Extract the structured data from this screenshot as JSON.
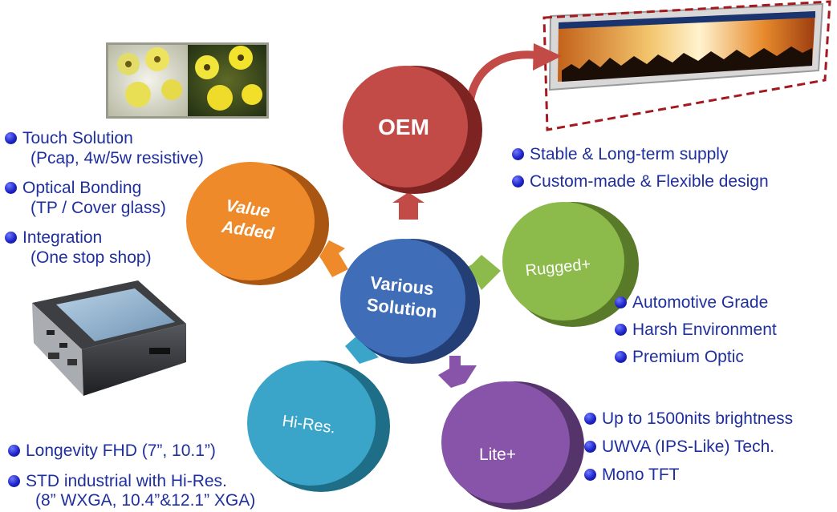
{
  "nodes": {
    "center": {
      "label_line1": "Various",
      "label_line2": "Solution",
      "color": "#3f6db8"
    },
    "oem": {
      "label": "OEM",
      "color": "#c24b47"
    },
    "value_added": {
      "label_line1": "Value",
      "label_line2": "Added",
      "color": "#ef8a2b"
    },
    "rugged": {
      "label": "Rugged+",
      "color": "#8dbb4b"
    },
    "hires": {
      "label": "Hi-Res.",
      "color": "#3aa5c9"
    },
    "lite": {
      "label": "Lite+",
      "color": "#8754a9"
    }
  },
  "value_added_list": {
    "touch": "Touch Solution",
    "touch_sub": "(Pcap, 4w/5w resistive)",
    "optical": "Optical Bonding",
    "optical_sub": "(TP / Cover glass)",
    "integration": "Integration",
    "integration_sub": "(One stop shop)"
  },
  "oem_list": {
    "item1": "Stable & Long-term supply",
    "item2": "Custom-made & Flexible design"
  },
  "rugged_list": {
    "item1": "Automotive Grade",
    "item2": "Harsh Environment",
    "item3": "Premium Optic"
  },
  "lite_list": {
    "item1": "Up to 1500nits brightness",
    "item2": "UWVA (IPS-Like) Tech.",
    "item3": "Mono TFT"
  },
  "hires_list": {
    "item1": "Longevity FHD (7”, 10.1”)",
    "item2": "STD industrial with Hi-Res.",
    "item2_sub": "(8” WXGA, 10.4”&12.1” XGA)"
  },
  "colors": {
    "bullet_text": "#1f2f9e",
    "oem_frame": "#a3191d"
  }
}
